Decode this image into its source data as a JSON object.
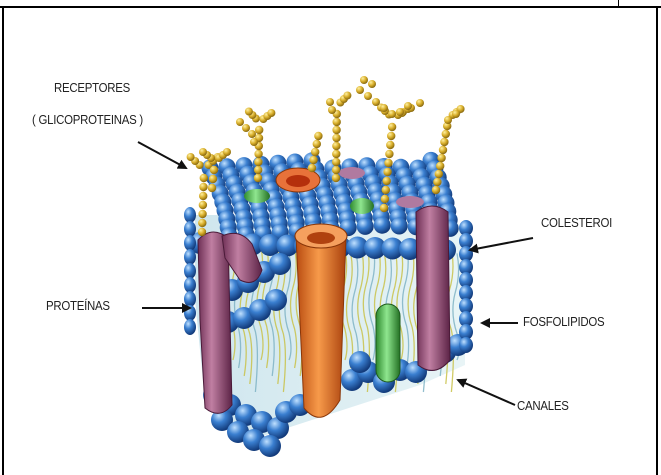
{
  "labels": {
    "receptores_line1": "RECEPTORES",
    "receptores_line2": "( GLICOPROTEINAS )",
    "proteinas": "PROTEÍNAS",
    "colesterol": "COLESTEROI",
    "fosfolipidos": "FOSFOLIPIDOS",
    "canales": "CANALES"
  },
  "colors": {
    "phospholipid_head": "#3a7fd0",
    "glycoprotein_chain": "#d8ae2a",
    "protein_purple": "#a85c86",
    "channel_orange": "#f07a2a",
    "cholesterol_green": "#5cc25c",
    "lipid_tail": "#c9c24a"
  }
}
